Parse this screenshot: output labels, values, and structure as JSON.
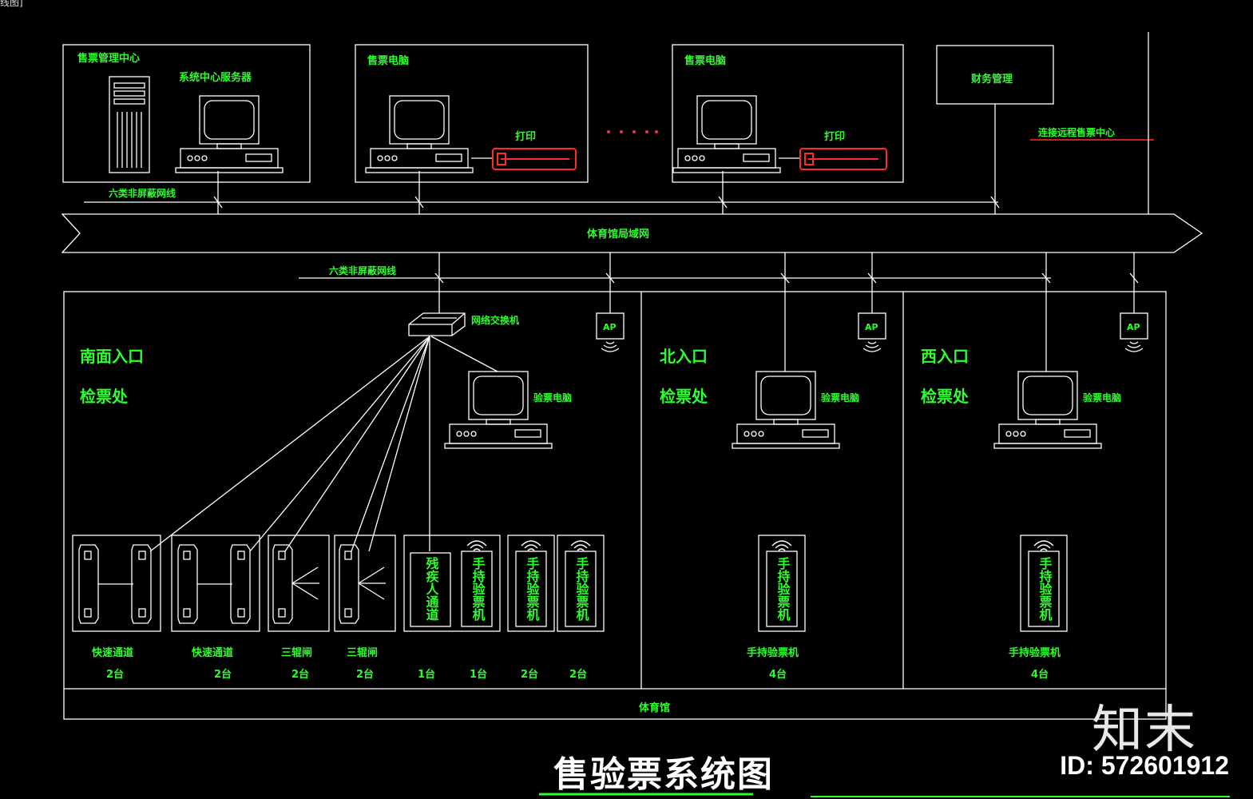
{
  "corner_label": "线图]",
  "top": {
    "center_box": {
      "title": "售票管理中心",
      "server_label": "系统中心服务器"
    },
    "ticket_pc_1": {
      "title": "售票电脑",
      "printer_label": "打印"
    },
    "ticket_pc_2": {
      "title": "售票电脑",
      "printer_label": "打印"
    },
    "finance_box": {
      "title": "财务管理"
    },
    "remote_link": "连接远程售票中心",
    "cable_label": "六类非屏蔽网线"
  },
  "backbone_label": "体育馆局域网",
  "lower_cable_label": "六类非屏蔽网线",
  "switch_label": "网络交换机",
  "ap_label": "AP",
  "south": {
    "entrance": "南面入口",
    "checkpoint": "检票处",
    "pc_label": "验票电脑",
    "devices": [
      {
        "name": "快速通道",
        "count": "2台"
      },
      {
        "name": "快速通道",
        "count": "2台"
      },
      {
        "name": "三辊闸",
        "count": "2台"
      },
      {
        "name": "三辊闸",
        "count": "2台"
      },
      {
        "name": "残疾人通道",
        "count": "1台"
      },
      {
        "name": "手持验票机",
        "count": "1台"
      },
      {
        "name": "手持验票机",
        "count": "2台"
      },
      {
        "name": "手持验票机",
        "count": "2台"
      }
    ]
  },
  "north": {
    "entrance": "北入口",
    "checkpoint": "检票处",
    "pc_label": "验票电脑",
    "device_name": "手持验票机",
    "device_caption": "手持验票机",
    "count": "4台"
  },
  "west": {
    "entrance": "西入口",
    "checkpoint": "检票处",
    "pc_label": "验票电脑",
    "device_name": "手持验票机",
    "device_caption": "手持验票机",
    "count": "4台"
  },
  "bottom_label": "体育馆",
  "caption": "售验票系统图",
  "brand": "知末",
  "id_text": "ID: 572601912",
  "colors": {
    "label": "#2bff2b",
    "line": "#ffffff",
    "printer": "#ff2a2a",
    "background": "#000000"
  }
}
